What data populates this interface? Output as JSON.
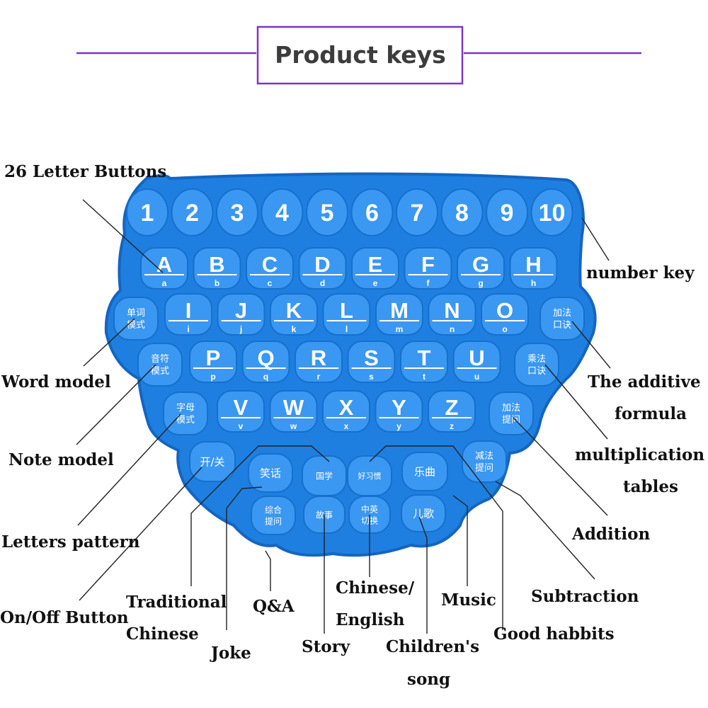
{
  "header": {
    "title": "Product keys",
    "frame_color": "#7b36c9"
  },
  "colors": {
    "pad": "#1e7fe0",
    "pad_edge": "#1565c0",
    "key": "#3a97f2",
    "key_edge": "#1670cc",
    "leader": "#222222"
  },
  "keyboard": {
    "number_keys": [
      "1",
      "2",
      "3",
      "4",
      "5",
      "6",
      "7",
      "8",
      "9",
      "10"
    ],
    "row1": [
      {
        "upper": "A",
        "lower": "a"
      },
      {
        "upper": "B",
        "lower": "b"
      },
      {
        "upper": "C",
        "lower": "c"
      },
      {
        "upper": "D",
        "lower": "d"
      },
      {
        "upper": "E",
        "lower": "e"
      },
      {
        "upper": "F",
        "lower": "f"
      },
      {
        "upper": "G",
        "lower": "g"
      },
      {
        "upper": "H",
        "lower": "h"
      }
    ],
    "row2": [
      {
        "upper": "I",
        "lower": "i"
      },
      {
        "upper": "J",
        "lower": "j"
      },
      {
        "upper": "K",
        "lower": "k"
      },
      {
        "upper": "L",
        "lower": "l"
      },
      {
        "upper": "M",
        "lower": "m"
      },
      {
        "upper": "N",
        "lower": "n"
      },
      {
        "upper": "O",
        "lower": "o"
      }
    ],
    "row3": [
      {
        "upper": "P",
        "lower": "p"
      },
      {
        "upper": "Q",
        "lower": "q"
      },
      {
        "upper": "R",
        "lower": "r"
      },
      {
        "upper": "S",
        "lower": "s"
      },
      {
        "upper": "T",
        "lower": "t"
      },
      {
        "upper": "U",
        "lower": "u"
      }
    ],
    "row4": [
      {
        "upper": "V",
        "lower": "v"
      },
      {
        "upper": "W",
        "lower": "w"
      },
      {
        "upper": "X",
        "lower": "x"
      },
      {
        "upper": "Y",
        "lower": "y"
      },
      {
        "upper": "Z",
        "lower": "z"
      }
    ],
    "func_keys": {
      "word_model": [
        "单词",
        "模式"
      ],
      "note_model": [
        "音符",
        "模式"
      ],
      "letters_pattern": [
        "字母",
        "模式"
      ],
      "additive_formula": [
        "加法",
        "口诀"
      ],
      "multiplication": [
        "乘法",
        "口诀"
      ],
      "addition": [
        "加法",
        "提问"
      ],
      "subtraction": [
        "减法",
        "提问"
      ],
      "on_off": [
        "开/关"
      ],
      "joke": [
        "笑话"
      ],
      "traditional": [
        "国学"
      ],
      "good_habits": [
        "好习惯"
      ],
      "music": [
        "乐曲"
      ],
      "qa": [
        "综合",
        "提问"
      ],
      "story": [
        "故事"
      ],
      "cn_en": [
        "中英",
        "切换"
      ],
      "songs": [
        "儿歌"
      ]
    }
  },
  "callouts": {
    "letters": "26 Letter Buttons",
    "number_key": "number key",
    "word_model": "Word model",
    "additive_1": "The additive",
    "additive_2": "formula",
    "note_model": "Note model",
    "mult_1": "multiplication",
    "mult_2": "tables",
    "letters_pattern": "Letters pattern",
    "addition": "Addition",
    "traditional_1": "Traditional",
    "traditional_2": "Chinese",
    "qa": "Q&A",
    "chinese_english_1": "Chinese/",
    "chinese_english_2": "English",
    "music": "Music",
    "subtraction": "Subtraction",
    "on_off": "On/Off Button",
    "joke": "Joke",
    "story": "Story",
    "songs_1": "Children's",
    "songs_2": "song",
    "good_habbits": "Good habbits"
  }
}
